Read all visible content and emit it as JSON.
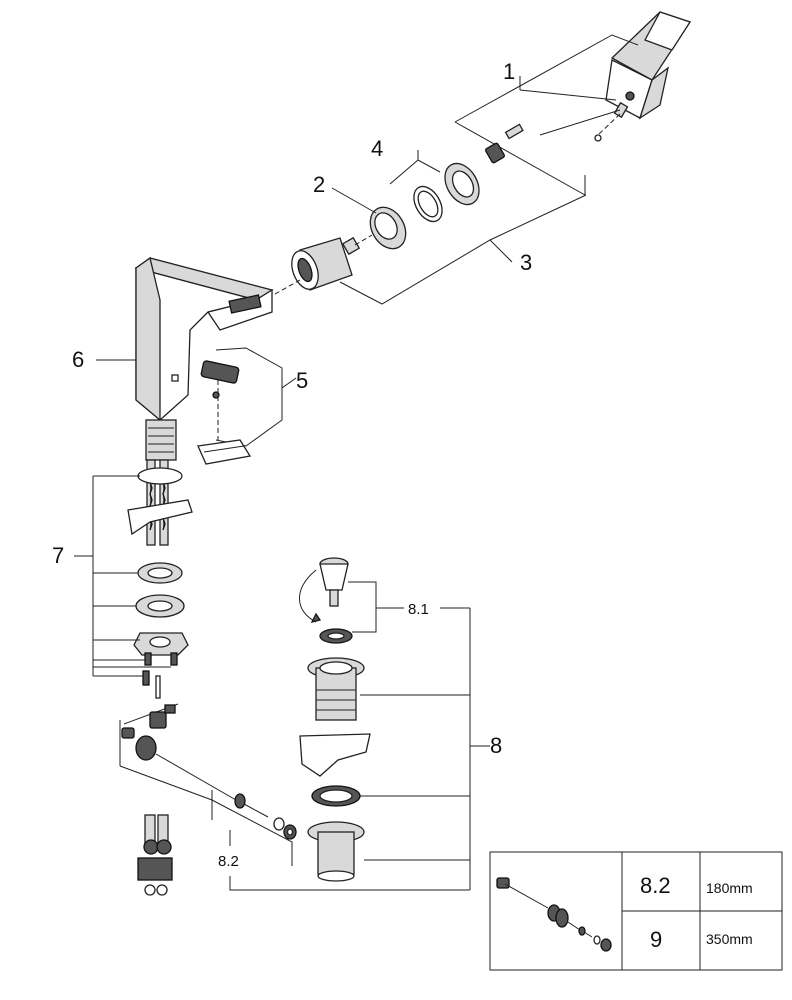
{
  "callouts": {
    "c1": "1",
    "c2": "2",
    "c3": "3",
    "c4": "4",
    "c5": "5",
    "c6": "6",
    "c7": "7",
    "c8": "8",
    "c81": "8.1",
    "c82": "8.2"
  },
  "table": {
    "rows": [
      {
        "part": "8.2",
        "length": "180mm"
      },
      {
        "part": "9",
        "length": "350mm"
      }
    ]
  }
}
